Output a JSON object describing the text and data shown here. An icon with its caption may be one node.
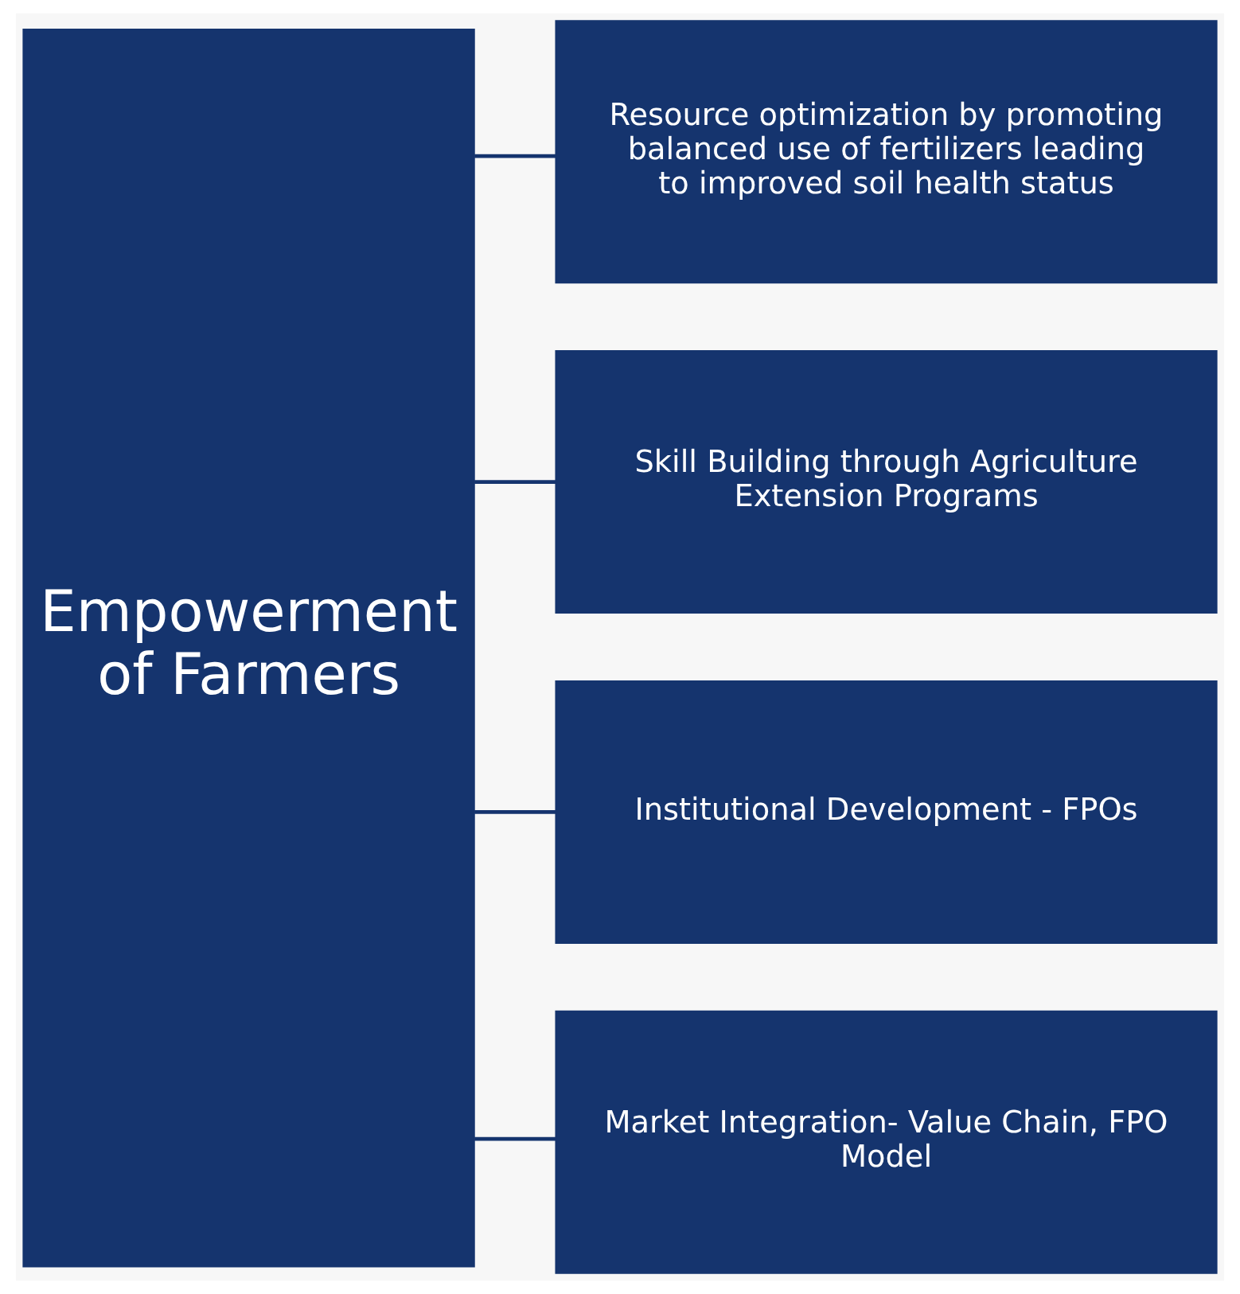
{
  "diagram": {
    "nodes": [
      {
        "text": [
          "Empowerment of Farmers"
        ]
      },
      {
        "text": [
          "Resource optimization by promoting balanced use of fertilizers leading to improved soil health status"
        ]
      },
      {
        "text": [
          "Skill Building through Agriculture Extension Programs"
        ]
      },
      {
        "text": [
          "Institutional Development - FPOs"
        ]
      },
      {
        "text": [
          "Market Integration- Value Chain, FPO Model"
        ]
      }
    ],
    "edges": [
      {
        "from": 0,
        "to": 1,
        "arrow": "none"
      },
      {
        "from": 0,
        "to": 2,
        "arrow": "none"
      },
      {
        "from": 0,
        "to": 3,
        "arrow": "none"
      },
      {
        "from": 0,
        "to": 4,
        "arrow": "none"
      }
    ]
  }
}
